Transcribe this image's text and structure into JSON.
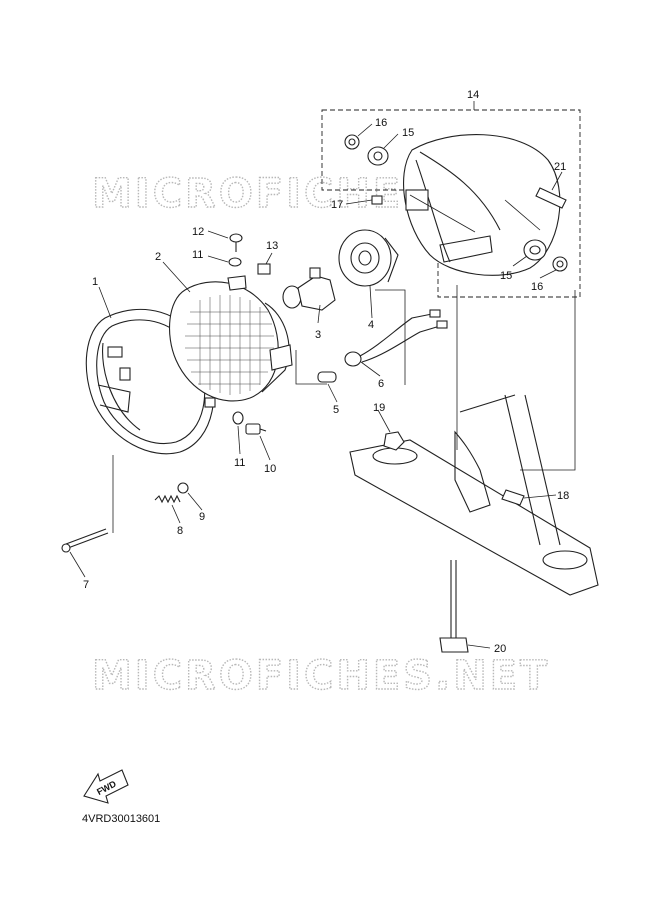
{
  "watermark": {
    "text": "MICROFICHES.NET"
  },
  "diagram_code": "4VRD30013601",
  "fwd_label": "FWD",
  "callouts": [
    "1",
    "2",
    "3",
    "4",
    "5",
    "6",
    "7",
    "8",
    "9",
    "10",
    "11",
    "11",
    "12",
    "13",
    "14",
    "15",
    "15",
    "16",
    "16",
    "17",
    "18",
    "19",
    "20",
    "21"
  ]
}
